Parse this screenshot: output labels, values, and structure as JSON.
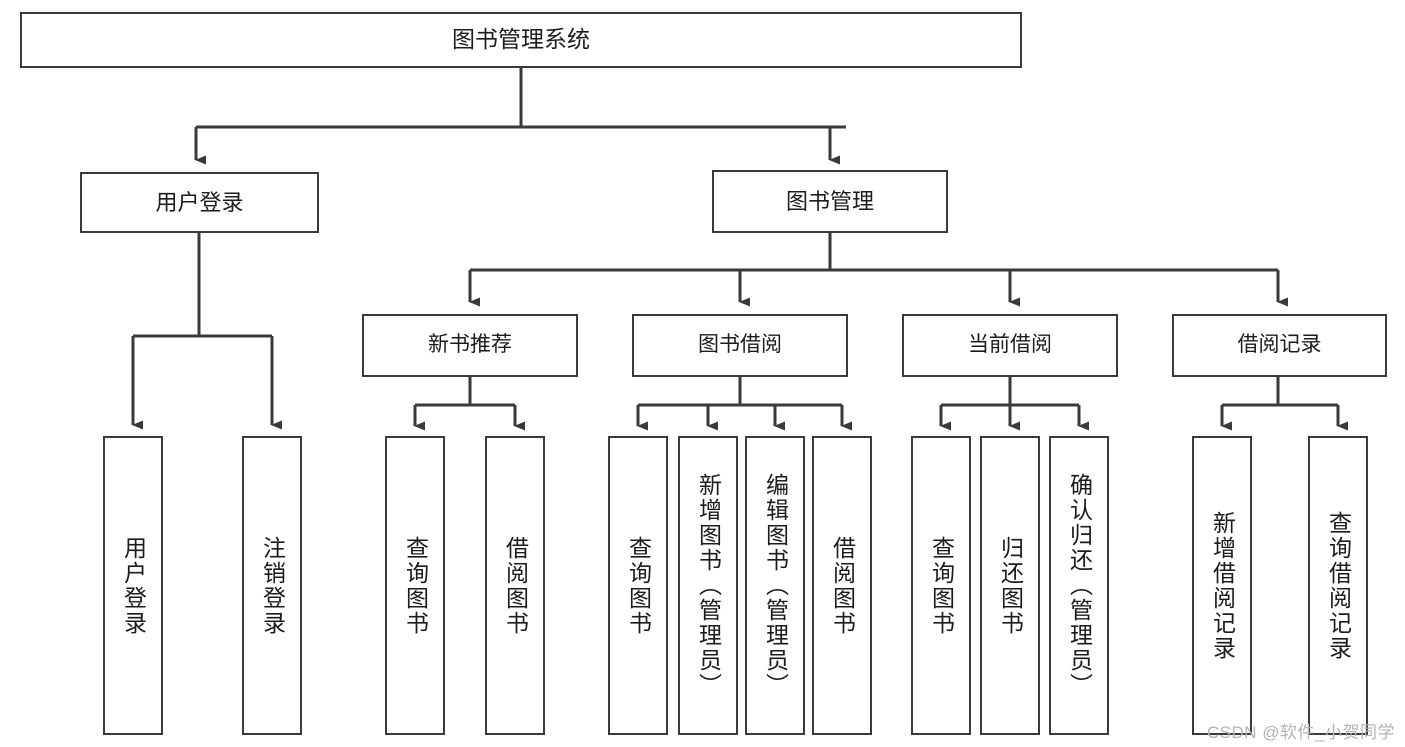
{
  "diagram": {
    "title": "图书管理系统",
    "type": "hierarchy-tree",
    "watermark": "CSDN @软件_小贺同学",
    "colors": {
      "box_border": "#3a3a3a",
      "box_fill": "#ffffff",
      "connector": "#3a3a3a",
      "text": "#1c1c1c",
      "watermark": "#b4b4b4",
      "background": "#ffffff"
    },
    "nodes": {
      "root": {
        "label": "图书管理系统"
      },
      "level1": [
        {
          "id": "user-login",
          "label": "用户登录"
        },
        {
          "id": "book-management",
          "label": "图书管理"
        }
      ],
      "level2": [
        {
          "id": "new-book-recommend",
          "label": "新书推荐",
          "parent": "book-management"
        },
        {
          "id": "book-borrow",
          "label": "图书借阅",
          "parent": "book-management"
        },
        {
          "id": "current-borrow",
          "label": "当前借阅",
          "parent": "book-management"
        },
        {
          "id": "borrow-record",
          "label": "借阅记录",
          "parent": "book-management"
        }
      ],
      "leaves": [
        {
          "id": "leaf-user-login",
          "label": "用户登录",
          "parent": "user-login"
        },
        {
          "id": "leaf-logout-login",
          "label": "注销登录",
          "parent": "user-login"
        },
        {
          "id": "leaf-query-book-1",
          "label": "查询图书",
          "parent": "new-book-recommend"
        },
        {
          "id": "leaf-borrow-book-1",
          "label": "借阅图书",
          "parent": "new-book-recommend"
        },
        {
          "id": "leaf-query-book-2",
          "label": "查询图书",
          "parent": "book-borrow"
        },
        {
          "id": "leaf-add-book",
          "label": "新增图书（管理员）",
          "parent": "book-borrow"
        },
        {
          "id": "leaf-edit-book",
          "label": "编辑图书（管理员）",
          "parent": "book-borrow"
        },
        {
          "id": "leaf-borrow-book-2",
          "label": "借阅图书",
          "parent": "book-borrow"
        },
        {
          "id": "leaf-query-book-3",
          "label": "查询图书",
          "parent": "current-borrow"
        },
        {
          "id": "leaf-return-book",
          "label": "归还图书",
          "parent": "current-borrow"
        },
        {
          "id": "leaf-confirm-return",
          "label": "确认归还（管理员）",
          "parent": "current-borrow"
        },
        {
          "id": "leaf-add-record",
          "label": "新增借阅记录",
          "parent": "borrow-record"
        },
        {
          "id": "leaf-query-record",
          "label": "查询借阅记录",
          "parent": "borrow-record"
        }
      ]
    }
  }
}
